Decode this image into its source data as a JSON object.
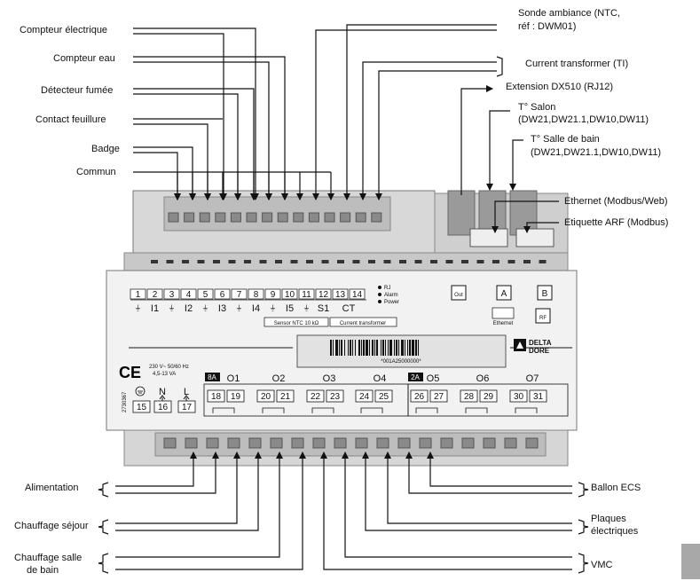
{
  "labels": {
    "compteur_electrique": "Compteur électrique",
    "compteur_eau": "Compteur eau",
    "detecteur_fumee": "Détecteur fumée",
    "contact_feuillure": "Contact feuillure",
    "badge": "Badge",
    "commun": "Commun",
    "sonde_ambiance_1": "Sonde ambiance (NTC,",
    "sonde_ambiance_2": "réf : DWM01)",
    "current_transformer": "Current transformer (TI)",
    "extension": "Extension DX510 (RJ12)",
    "t_salon_1": "T° Salon",
    "t_salon_2": "(DW21,DW21.1,DW10,DW11)",
    "t_sdb_1": "T° Salle de bain",
    "t_sdb_2": "(DW21,DW21.1,DW10,DW11)",
    "ethernet": "Ethernet (Modbus/Web)",
    "etiquette": "Etiquette ARF (Modbus)",
    "alimentation": "Alimentation",
    "chauffage_sejour": "Chauffage séjour",
    "chauffage_sdb_1": "Chauffage salle",
    "chauffage_sdb_2": "de bain",
    "ballon": "Ballon ECS",
    "plaques_1": "Plaques",
    "plaques_2": "électriques",
    "vmc": "VMC"
  },
  "device": {
    "top_terminals": [
      "1",
      "2",
      "3",
      "4",
      "5",
      "6",
      "7",
      "8",
      "9",
      "10",
      "11",
      "12",
      "13",
      "14"
    ],
    "input_labels": [
      "I1",
      "I2",
      "I3",
      "I4",
      "I5",
      "S1",
      "CT"
    ],
    "ground_symbol": "⏚",
    "sensor_ntc": "Sensor NTC 10 kΩ",
    "current_transformer_label": "Current transformer",
    "leds": [
      "RJ",
      "Alarm",
      "Power"
    ],
    "port_out": "Out",
    "port_a": "A",
    "port_b": "B",
    "port_ethernet": "Ethernet",
    "port_rf": "RF",
    "barcode_text": "*001A25000000*",
    "brand_1": "DELTA",
    "brand_2": "DORE",
    "ce": "CE",
    "rating_1": "230 V~ 50/60 Hz",
    "rating_2": "4,5-13 VA",
    "serial": "2730367",
    "power_terminals": [
      "15",
      "16",
      "17"
    ],
    "power_labels": [
      "N",
      "L"
    ],
    "rating_8a": "8A",
    "rating_2a": "2A",
    "outputs": [
      "O1",
      "O2",
      "O3",
      "O4",
      "O5",
      "O6",
      "O7"
    ],
    "output_terminals": [
      "18",
      "19",
      "20",
      "21",
      "22",
      "23",
      "24",
      "25",
      "26",
      "27",
      "28",
      "29",
      "30",
      "31"
    ]
  }
}
